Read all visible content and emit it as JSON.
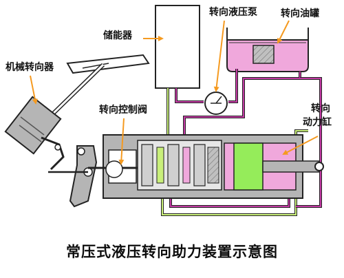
{
  "labels": {
    "accumulator": "储能器",
    "steering_pump": "转向液压泵",
    "oil_tank": "转向油罐",
    "mechanical_steering_gear": "机械转向器",
    "control_valve": "转向控制阀",
    "power_cylinder_line1": "转向",
    "power_cylinder_line2": "动力缸"
  },
  "caption": "常压式液压转向助力装置示意图",
  "colors": {
    "body_gray": "#b5b5b5",
    "fluid_magenta": "#f0a8dc",
    "pipe_purple": "#c23aa3",
    "pipe_green": "#c9ef7a",
    "piston_green": "#95ec5a",
    "arrow_orange": "#f59a20"
  }
}
